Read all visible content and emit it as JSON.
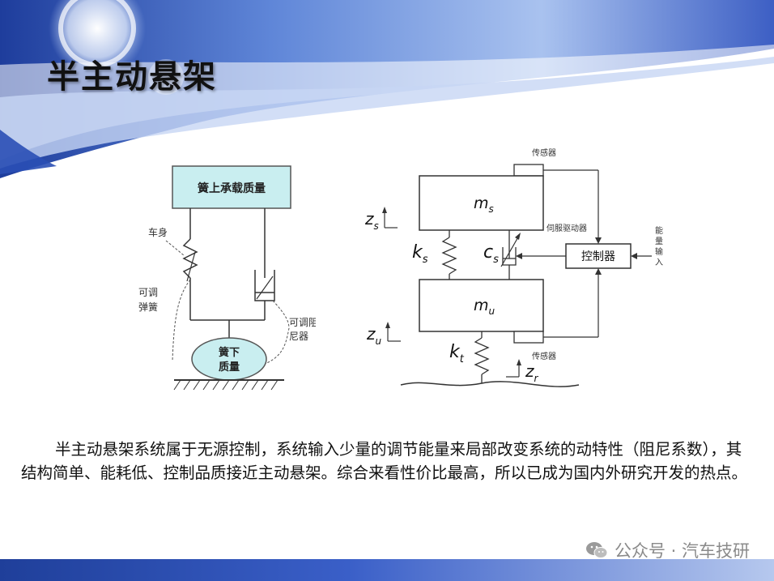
{
  "title": "半主动悬架",
  "left_figure": {
    "sprung_mass": "簧上承载质量",
    "body": "车身",
    "spring_line1": "可调",
    "spring_line2": "弹簧",
    "damper_line1": "可调阻",
    "damper_line2": "尼器",
    "unsprung_line1": "簧下",
    "unsprung_line2": "质量"
  },
  "right_figure": {
    "sensor_top": "传感器",
    "sensor_bottom": "传感器",
    "servo_driver": "伺服驱动器",
    "controller": "控制器",
    "energy_input": [
      "能",
      "量",
      "输",
      "入"
    ],
    "ms_base": "m",
    "ms_sub": "s",
    "mu_base": "m",
    "mu_sub": "u",
    "ks_base": "k",
    "ks_sub": "s",
    "cs_base": "c",
    "cs_sub": "s",
    "kt_base": "k",
    "kt_sub": "t",
    "zs_base": "z",
    "zs_sub": "s",
    "zu_base": "z",
    "zu_sub": "u",
    "zr_base": "z",
    "zr_sub": "r"
  },
  "body_text": "半主动悬架系统属于无源控制，系统输入少量的调节能量来局部改变系统的动特性（阻尼系数），其结构简单、能耗低、控制品质接近主动悬架。综合来看性价比最高，所以已成为国内外研究开发的热点。",
  "watermark": {
    "icon": "wechat-icon",
    "text": "公众号 · 汽车技研"
  }
}
